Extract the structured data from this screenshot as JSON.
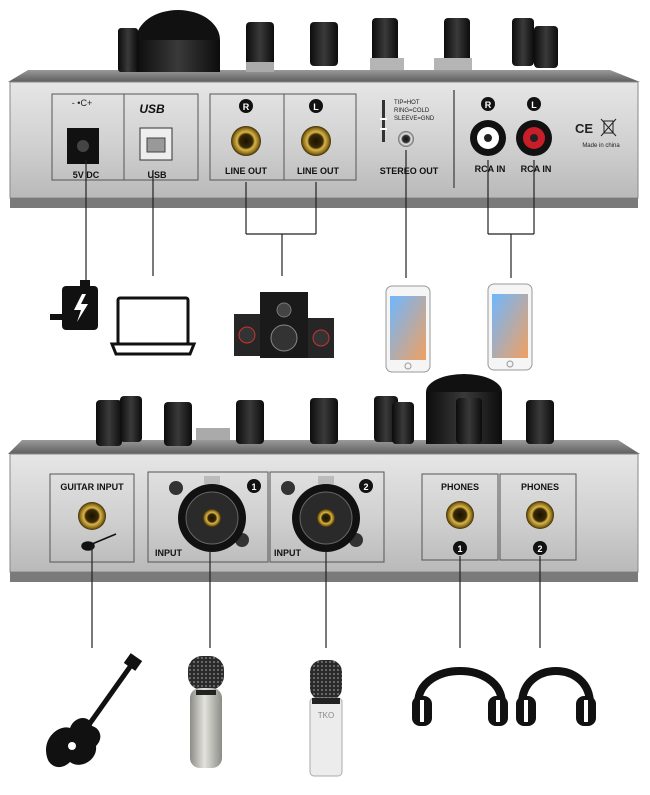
{
  "top_panel": {
    "dc": {
      "label": "5V DC"
    },
    "usb": {
      "label": "USB",
      "logo": "USB"
    },
    "line_out": {
      "right_letter": "R",
      "left_letter": "L",
      "right_label": "LINE OUT",
      "left_label": "LINE OUT"
    },
    "stereo_out": {
      "label": "STEREO OUT",
      "legend": [
        "TIP=HOT",
        "RING=COLD",
        "SLEEVE=GND"
      ]
    },
    "rca_in": {
      "right_letter": "R",
      "left_letter": "L",
      "right_label": "RCA IN",
      "left_label": "RCA IN"
    },
    "certification": {
      "marks": "CE",
      "made_in": "Made in china"
    }
  },
  "bottom_panel": {
    "guitar_input": {
      "label": "GUITAR INPUT"
    },
    "input_1": {
      "number": "1",
      "label": "INPUT"
    },
    "input_2": {
      "number": "2",
      "label": "INPUT"
    },
    "phones_1": {
      "label": "PHONES",
      "number": "1"
    },
    "phones_2": {
      "label": "PHONES",
      "number": "2"
    }
  },
  "devices_top": {
    "icons": [
      "power-adapter-icon",
      "laptop-icon",
      "speaker-system-icon",
      "smartphone-icon",
      "smartphone-icon"
    ]
  },
  "devices_bottom": {
    "icons": [
      "electric-guitar-icon",
      "condenser-microphone-icon",
      "studio-microphone-icon",
      "headphones-icon",
      "headphones-icon"
    ],
    "mic2_brand": "TKO"
  },
  "colors": {
    "panel": "#d9d9d9",
    "panel_dark": "#8a8a8a",
    "jack_gold": "#b8962e",
    "rca_red": "#c81e2a",
    "outline": "#222222"
  }
}
